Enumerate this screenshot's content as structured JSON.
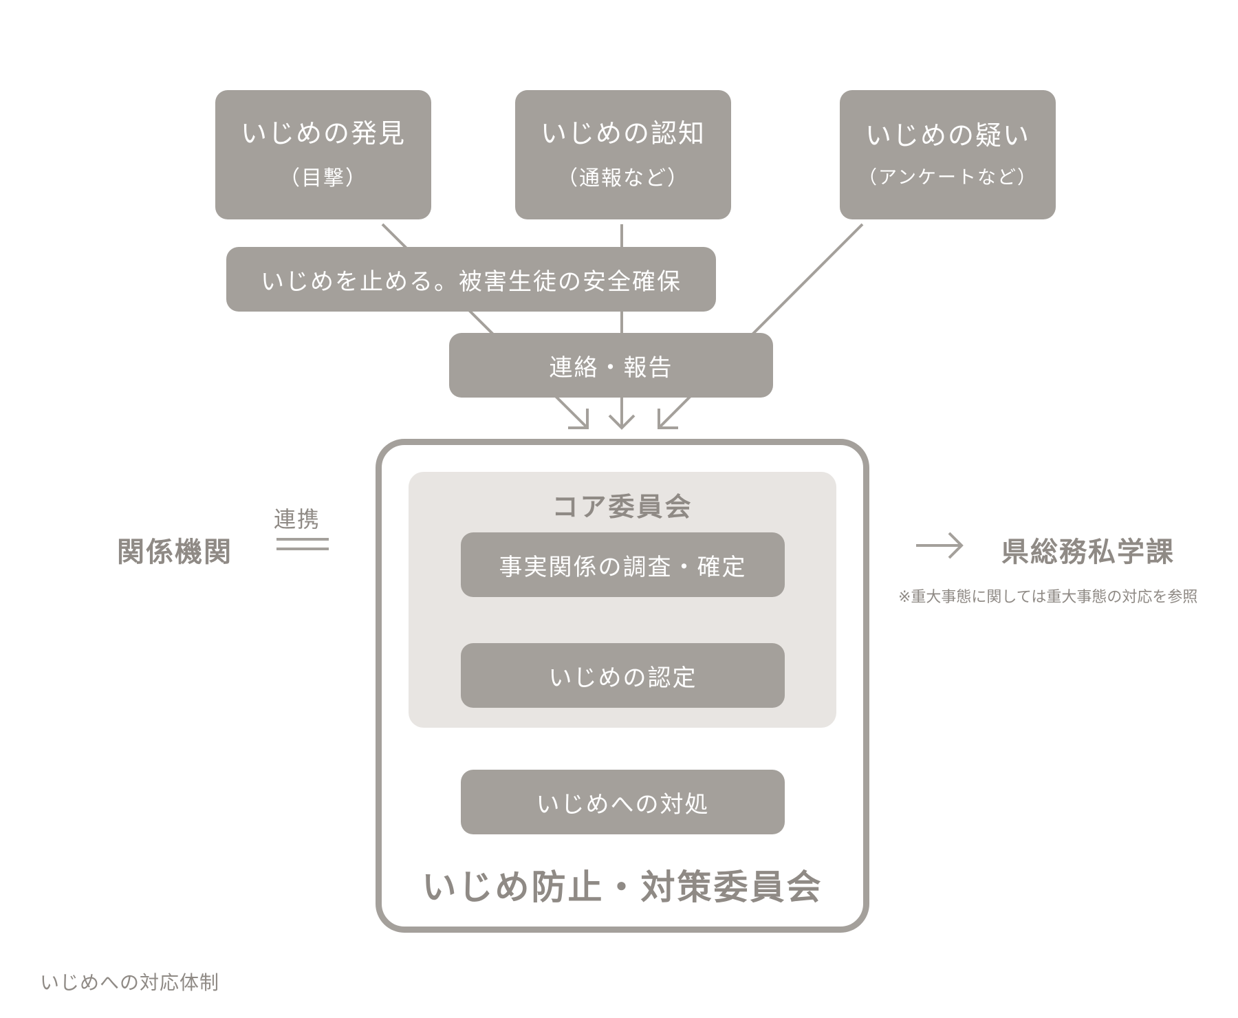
{
  "triggers": [
    {
      "main": "いじめの発見",
      "sub": "（目撃）"
    },
    {
      "main": "いじめの認知",
      "sub": "（通報など）"
    },
    {
      "main": "いじめの疑い",
      "sub": "（アンケートなど）"
    }
  ],
  "stop_bar": "いじめを止める。被害生徒の安全確保",
  "report_bar": "連絡・報告",
  "core": {
    "title": "コア委員会",
    "steps": [
      "事実関係の調査・確定",
      "いじめの認定"
    ]
  },
  "response": "いじめへの対処",
  "committee": "いじめ防止・対策委員会",
  "left": {
    "label": "関係機関",
    "link_label": "連携"
  },
  "right": {
    "label": "県総務私学課",
    "note": "※重大事態に関しては重大事態の対応を参照"
  },
  "caption": "いじめへの対応体制",
  "colors": {
    "box": "#a4a09b",
    "core_bg": "#e8e5e2",
    "text_muted": "#8f8a85"
  }
}
